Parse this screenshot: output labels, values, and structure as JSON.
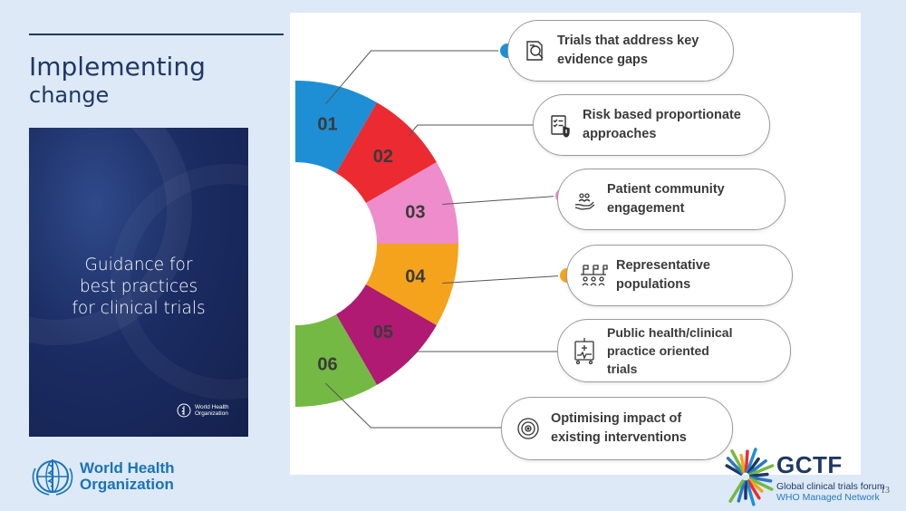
{
  "slide": {
    "title_line1": "Implementing",
    "title_line2": "change",
    "page_number": "13"
  },
  "cover": {
    "title": "Guidance for\nbest practices\nfor clinical trials",
    "logo_text": "World Health\nOrganization"
  },
  "who_logo": {
    "text": "World Health\nOrganization"
  },
  "gctf": {
    "name": "GCTF",
    "subtitle1": "Global clinical trials forum",
    "subtitle2": "WHO Managed Network"
  },
  "segments": [
    {
      "number": "01",
      "color": "#1e8fd5"
    },
    {
      "number": "02",
      "color": "#ec2a32"
    },
    {
      "number": "03",
      "color": "#ef8ccb"
    },
    {
      "number": "04",
      "color": "#f5a31c"
    },
    {
      "number": "05",
      "color": "#b01a72"
    },
    {
      "number": "06",
      "color": "#74b943"
    }
  ],
  "items": [
    {
      "label": "Trials that address key\nevidence gaps",
      "icon": "search-document-icon",
      "color": "#1e8fd5"
    },
    {
      "label": "Risk based proportionate\napproaches",
      "icon": "checklist-shield-icon",
      "color": "#ec2a32"
    },
    {
      "label": "Patient community\nengagement",
      "icon": "hand-people-icon",
      "color": "#ef8ccb"
    },
    {
      "label": "Representative\npopulations",
      "icon": "flags-people-icon",
      "color": "#f5a31c"
    },
    {
      "label": "Public health/clinical\npractice oriented\ntrials",
      "icon": "clinical-monitor-icon",
      "color": "#b01a72"
    },
    {
      "label": "Optimising impact of\nexisting interventions",
      "icon": "target-icon",
      "color": "#74b943"
    }
  ]
}
